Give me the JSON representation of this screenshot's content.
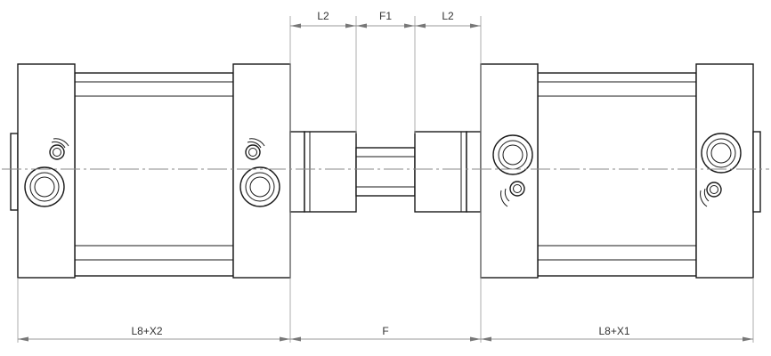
{
  "dimensions": {
    "top": {
      "l2_left": "L2",
      "f1": "F1",
      "l2_right": "L2"
    },
    "bottom": {
      "left": "L8+X2",
      "middle": "F",
      "right": "L8+X1"
    }
  },
  "colors": {
    "outline": "#1a1a1a",
    "dimension": "#777777",
    "centerline": "#8a8a8a"
  }
}
